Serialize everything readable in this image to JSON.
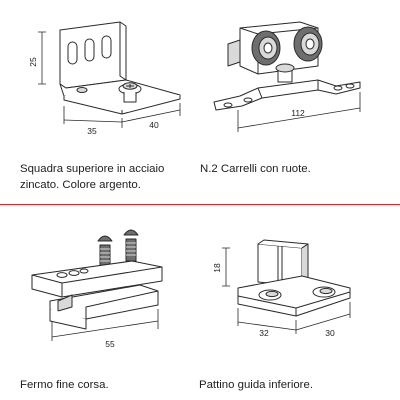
{
  "colors": {
    "divider": "#d6292e",
    "line": "#2a2a2a",
    "fill": "#ffffff",
    "shade": "#d9d9d9",
    "dark": "#6e6e6e"
  },
  "items": [
    {
      "icon": "corner-bracket-icon",
      "caption_lines": [
        "Squadra superiore in acciaio",
        "zincato. Colore argento."
      ],
      "dims": [
        "25",
        "35",
        "40"
      ]
    },
    {
      "icon": "wheel-carriage-icon",
      "caption_lines": [
        "N.2 Carrelli con ruote."
      ],
      "dims": [
        "112"
      ]
    },
    {
      "icon": "end-stop-icon",
      "caption_lines": [
        "Fermo fine corsa."
      ],
      "dims": [
        "55"
      ]
    },
    {
      "icon": "floor-guide-icon",
      "caption_lines": [
        "Pattino guida inferiore."
      ],
      "dims": [
        "18",
        "32",
        "30"
      ]
    }
  ]
}
